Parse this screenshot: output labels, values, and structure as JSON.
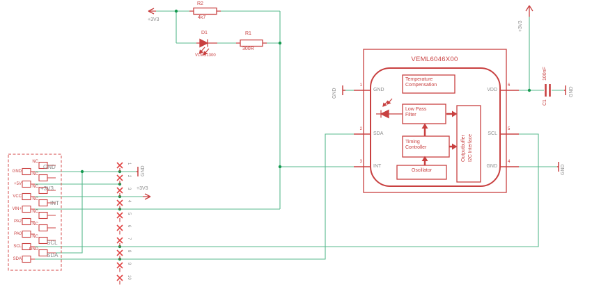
{
  "colors": {
    "symbol_red": "#c84040",
    "bright_red": "#e04444",
    "wire_green": "#57b98c",
    "junction_green": "#169a50",
    "label_gray": "#8c8c8c",
    "dashed_red": "#dd6b6b",
    "background": "#ffffff"
  },
  "nets": {
    "gnd": "GND",
    "v33": "+3V3",
    "int": "INT",
    "scl": "SCL",
    "sda": "SDA"
  },
  "components": {
    "r2_ref": "R2",
    "r2_value": "4k7",
    "r1_ref": "R1",
    "r1_value": "300R",
    "d1_ref": "D1",
    "d1_value": "VLMS1300",
    "c1_ref": "C1",
    "c1_value": "100nF"
  },
  "ic": {
    "title": "VEML6046X00",
    "pin_numbers": {
      "p1": "1",
      "p2": "2",
      "p3": "3",
      "p4": "4",
      "p5": "5",
      "p6": "6"
    },
    "pin_names": {
      "p1": "GND",
      "p2": "SDA",
      "p3": "INT",
      "p4": "GND",
      "p5": "SCL",
      "p6": "VDD"
    },
    "blocks": {
      "temp1": "Temperature",
      "temp2": "Compensation",
      "lpf1": "Low Pass",
      "lpf2": "Filter",
      "tc1": "Timing",
      "tc2": "Controller",
      "osc": "Oscillator",
      "buf1": "Outputbuffer",
      "buf2": "I2C Interface"
    }
  },
  "connector": {
    "left_pins": [
      "GND",
      "+5V",
      "VCC",
      "VIN+",
      "PA2",
      "PA0",
      "SCL",
      "SDA"
    ],
    "right_pins": [
      "NC",
      "NC",
      "NC",
      "NC",
      "NC",
      "NC",
      "NC",
      "GND"
    ]
  },
  "header": {
    "pin_numbers": [
      "1",
      "2",
      "3",
      "4",
      "5",
      "6",
      "7",
      "8",
      "9",
      "10"
    ]
  }
}
